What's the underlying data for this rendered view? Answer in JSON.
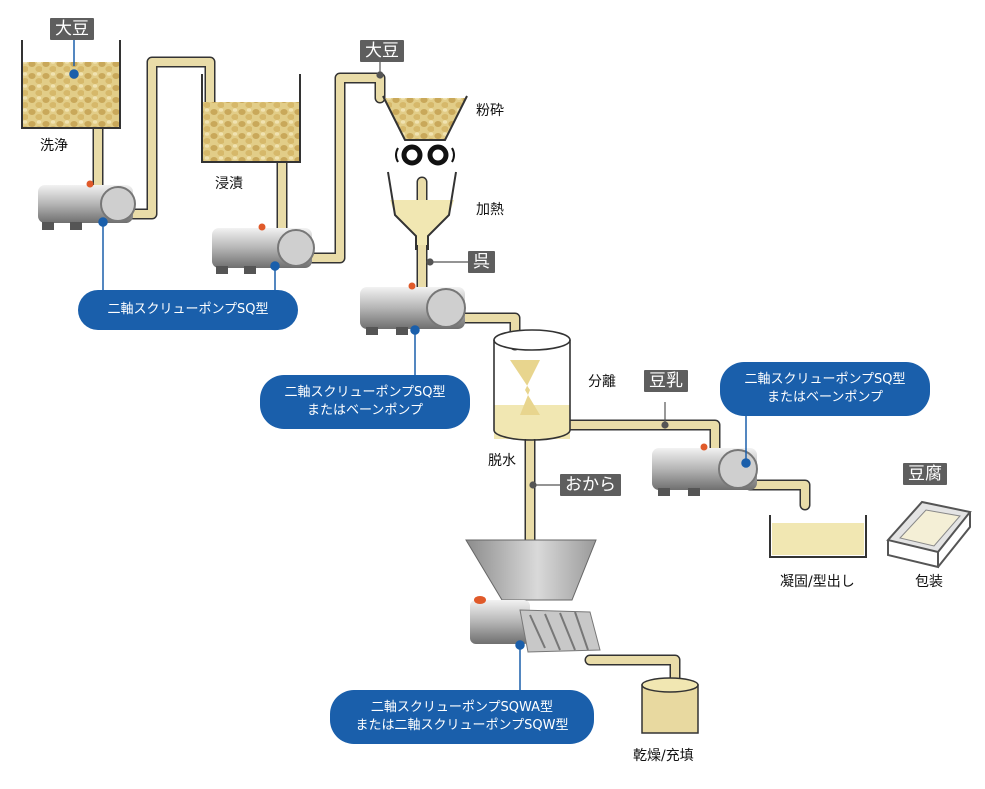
{
  "tags": {
    "soy_top": "大豆",
    "soy_mid": "大豆",
    "go": "呉",
    "soymilk": "豆乳",
    "okara": "おから",
    "tofu": "豆腐"
  },
  "steps": {
    "wash": "洗浄",
    "soak": "浸漬",
    "crush": "粉砕",
    "heat": "加熱",
    "separate": "分離",
    "dewater": "脱水",
    "coagulate": "凝固/型出し",
    "package": "包装",
    "dry": "乾燥/充填"
  },
  "callouts": {
    "c1": {
      "line1": "二軸スクリューポンプSQ型"
    },
    "c2": {
      "line1": "二軸スクリューポンプSQ型",
      "line2": "またはベーンポンプ"
    },
    "c3": {
      "line1": "二軸スクリューポンプSQ型",
      "line2": "またはベーンポンプ"
    },
    "c4": {
      "line1": "二軸スクリューポンプSQWA型",
      "line2": "または二軸スクリューポンプSQW型"
    }
  },
  "colors": {
    "pipe": "#e9dca8",
    "pipe_outline": "#333333",
    "bean": "#d8c07a",
    "liquid": "#f1e7b2",
    "callout": "#1a5fab",
    "tag": "#5e5e5e"
  }
}
